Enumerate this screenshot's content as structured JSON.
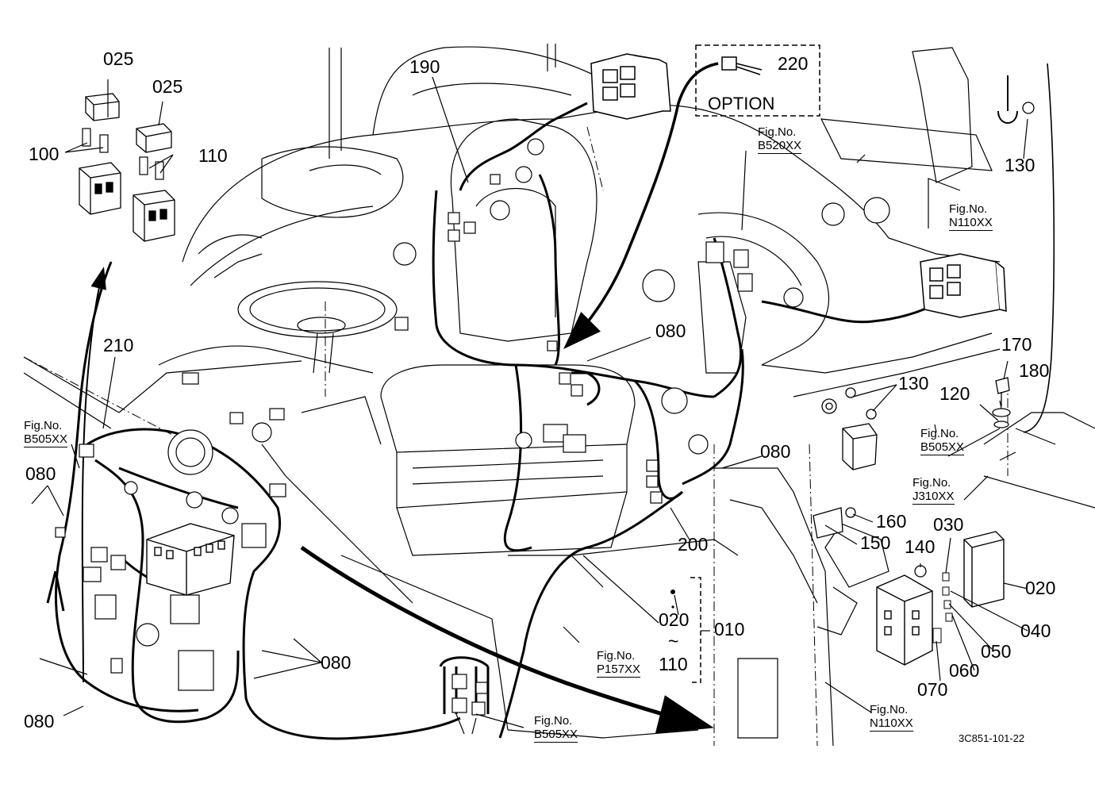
{
  "diagram": {
    "part_labels": {
      "p025a": "025",
      "p025b": "025",
      "p100": "100",
      "p110a": "110",
      "p190": "190",
      "p220": "220",
      "p130a": "130",
      "p210": "210",
      "p080a": "080",
      "p080b": "080",
      "p080c": "080",
      "p080d": "080",
      "p080e": "080",
      "p130b": "130",
      "p170": "170",
      "p180": "180",
      "p120": "120",
      "p160": "160",
      "p150": "150",
      "p140": "140",
      "p030": "030",
      "p020": "020",
      "p040": "040",
      "p050": "050",
      "p060": "060",
      "p070": "070",
      "p200": "200",
      "p010": "010",
      "p020b": "020",
      "p110b": "110",
      "tilde": "~"
    },
    "option_label": "OPTION",
    "fig_refs": [
      {
        "caption": "Fig.No.",
        "ref": "B520XX"
      },
      {
        "caption": "Fig.No.",
        "ref": "N110XX"
      },
      {
        "caption": "Fig.No.",
        "ref": "B505XX"
      },
      {
        "caption": "Fig.No.",
        "ref": "B505XX"
      },
      {
        "caption": "Fig.No.",
        "ref": "J310XX"
      },
      {
        "caption": "Fig.No.",
        "ref": "P157XX"
      },
      {
        "caption": "Fig.No.",
        "ref": "B505XX"
      },
      {
        "caption": "Fig.No.",
        "ref": "N110XX"
      }
    ],
    "drawing_code": "3C851-101-22"
  }
}
